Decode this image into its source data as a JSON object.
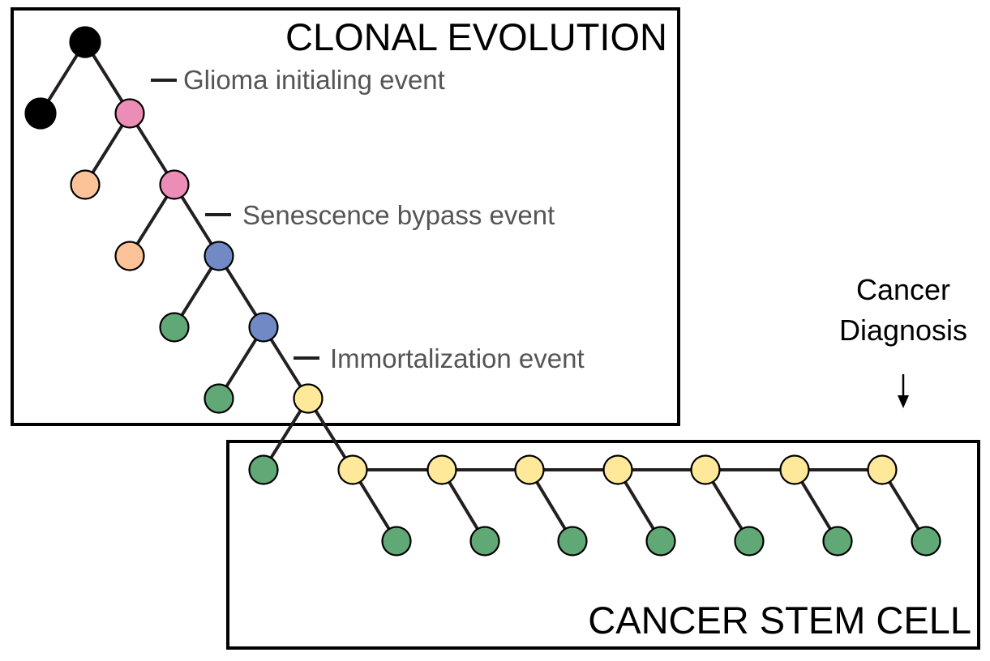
{
  "diagram": {
    "panels": {
      "clonal_evolution": {
        "title": "CLONAL EVOLUTION"
      },
      "cancer_stem_cell": {
        "title": "CANCER STEM CELL"
      }
    },
    "events": [
      {
        "id": "glioma",
        "label": "Glioma initialing event"
      },
      {
        "id": "senescence",
        "label": "Senescence bypass event"
      },
      {
        "id": "immortalization",
        "label": "Immortalization event"
      }
    ],
    "diagnosis": {
      "line1": "Cancer",
      "line2": "Diagnosis",
      "icon": "down-arrow-icon"
    },
    "colors": {
      "normal": "#000000",
      "initiated": "#ec8db8",
      "differentiated_early": "#fbc397",
      "senescence_bypassed": "#7189c4",
      "differentiated": "#61a877",
      "immortal": "#fee99a"
    },
    "cell_types": [
      {
        "key": "normal",
        "name": "normal-cell"
      },
      {
        "key": "initiated",
        "name": "initiated-cell"
      },
      {
        "key": "differentiated_early",
        "name": "early-differentiated-cell"
      },
      {
        "key": "senescence_bypassed",
        "name": "senescence-bypassed-cell"
      },
      {
        "key": "differentiated",
        "name": "differentiated-cell"
      },
      {
        "key": "immortal",
        "name": "cancer-stem-cell"
      }
    ],
    "lineage": [
      {
        "id": "n0",
        "type": "normal",
        "parent": null
      },
      {
        "id": "n1",
        "type": "normal",
        "parent": "n0"
      },
      {
        "id": "p1",
        "type": "initiated",
        "parent": "n0"
      },
      {
        "id": "o1",
        "type": "differentiated_early",
        "parent": "p1"
      },
      {
        "id": "p2",
        "type": "initiated",
        "parent": "p1"
      },
      {
        "id": "o2",
        "type": "differentiated_early",
        "parent": "p2"
      },
      {
        "id": "b1",
        "type": "senescence_bypassed",
        "parent": "p2"
      },
      {
        "id": "g1",
        "type": "differentiated",
        "parent": "b1"
      },
      {
        "id": "b2",
        "type": "senescence_bypassed",
        "parent": "b1"
      },
      {
        "id": "g2",
        "type": "differentiated",
        "parent": "b2"
      },
      {
        "id": "y0",
        "type": "immortal",
        "parent": "b2"
      },
      {
        "id": "g3",
        "type": "differentiated",
        "parent": "y0"
      },
      {
        "id": "y1",
        "type": "immortal",
        "parent": "y0"
      },
      {
        "id": "y2",
        "type": "immortal",
        "parent": "y1"
      },
      {
        "id": "y3",
        "type": "immortal",
        "parent": "y2"
      },
      {
        "id": "y4",
        "type": "immortal",
        "parent": "y3"
      },
      {
        "id": "y5",
        "type": "immortal",
        "parent": "y4"
      },
      {
        "id": "y6",
        "type": "immortal",
        "parent": "y5"
      },
      {
        "id": "y7",
        "type": "immortal",
        "parent": "y6"
      },
      {
        "id": "gc1",
        "type": "differentiated",
        "parent": "y1"
      },
      {
        "id": "gc2",
        "type": "differentiated",
        "parent": "y2"
      },
      {
        "id": "gc3",
        "type": "differentiated",
        "parent": "y3"
      },
      {
        "id": "gc4",
        "type": "differentiated",
        "parent": "y4"
      },
      {
        "id": "gc5",
        "type": "differentiated",
        "parent": "y5"
      },
      {
        "id": "gc6",
        "type": "differentiated",
        "parent": "y6"
      },
      {
        "id": "gc7",
        "type": "differentiated",
        "parent": "y7"
      }
    ]
  }
}
